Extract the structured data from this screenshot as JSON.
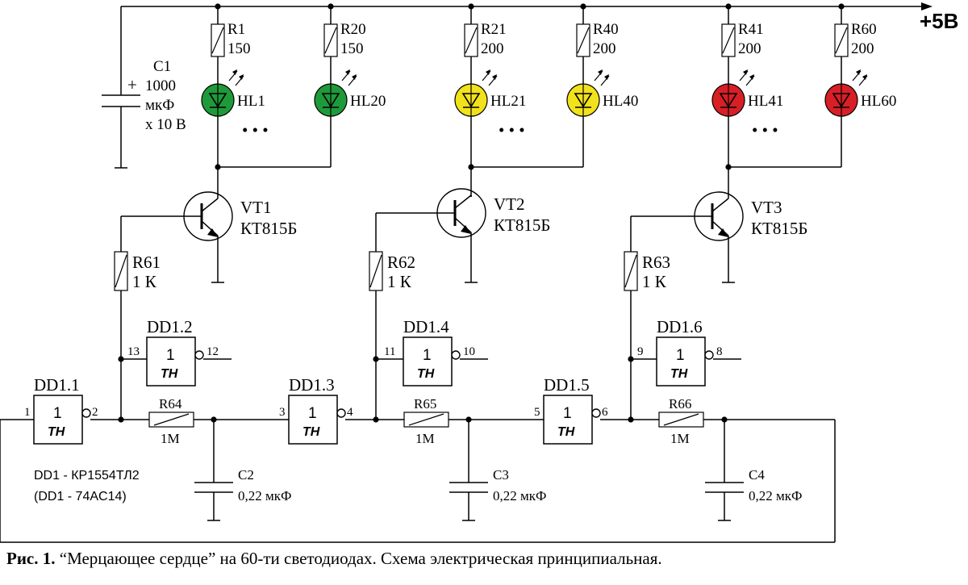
{
  "supply_label": "+5B",
  "capacitor_c1": {
    "name": "C1",
    "value": "1000",
    "unit": "мкФ",
    "voltage": "х 10 В"
  },
  "resistors_top": [
    {
      "name": "R1",
      "value": "150"
    },
    {
      "name": "R20",
      "value": "150"
    },
    {
      "name": "R21",
      "value": "200"
    },
    {
      "name": "R40",
      "value": "200"
    },
    {
      "name": "R41",
      "value": "200"
    },
    {
      "name": "R60",
      "value": "200"
    }
  ],
  "leds": [
    {
      "name": "HL1",
      "color": "#1f9a3a"
    },
    {
      "name": "HL20",
      "color": "#1f9a3a"
    },
    {
      "name": "HL21",
      "color": "#f2e21c"
    },
    {
      "name": "HL40",
      "color": "#f2e21c"
    },
    {
      "name": "HL41",
      "color": "#d81f26"
    },
    {
      "name": "HL60",
      "color": "#d81f26"
    }
  ],
  "ellipsis": "• • •",
  "transistors": [
    {
      "name": "VT1",
      "type": "КТ815Б"
    },
    {
      "name": "VT2",
      "type": "КТ815Б"
    },
    {
      "name": "VT3",
      "type": "КТ815Б"
    }
  ],
  "base_resistors": [
    {
      "name": "R61",
      "value": "1 К"
    },
    {
      "name": "R62",
      "value": "1 К"
    },
    {
      "name": "R63",
      "value": "1 К"
    }
  ],
  "gates": [
    {
      "name": "DD1.1",
      "in_pin": "1",
      "out_pin": "2"
    },
    {
      "name": "DD1.2",
      "in_pin": "13",
      "out_pin": "12"
    },
    {
      "name": "DD1.3",
      "in_pin": "3",
      "out_pin": "4"
    },
    {
      "name": "DD1.4",
      "in_pin": "11",
      "out_pin": "10"
    },
    {
      "name": "DD1.5",
      "in_pin": "5",
      "out_pin": "6"
    },
    {
      "name": "DD1.6",
      "in_pin": "9",
      "out_pin": "8"
    }
  ],
  "gate_symbol": "1",
  "gate_type": "TH",
  "timing_resistors": [
    {
      "name": "R64",
      "value": "1M"
    },
    {
      "name": "R65",
      "value": "1M"
    },
    {
      "name": "R66",
      "value": "1M"
    }
  ],
  "timing_capacitors": [
    {
      "name": "C2",
      "value": "0,22 мкФ"
    },
    {
      "name": "C3",
      "value": "0,22 мкФ"
    },
    {
      "name": "C4",
      "value": "0,22 мкФ"
    }
  ],
  "ic_note": [
    "DD1 - КР1554ТЛ2",
    "(DD1 - 74AC14)"
  ],
  "caption": {
    "prefix": "Рис. 1.",
    "text": " “Мерцающее сердце” на 60-ти светодиодах. Схема электрическая принципиальная."
  }
}
